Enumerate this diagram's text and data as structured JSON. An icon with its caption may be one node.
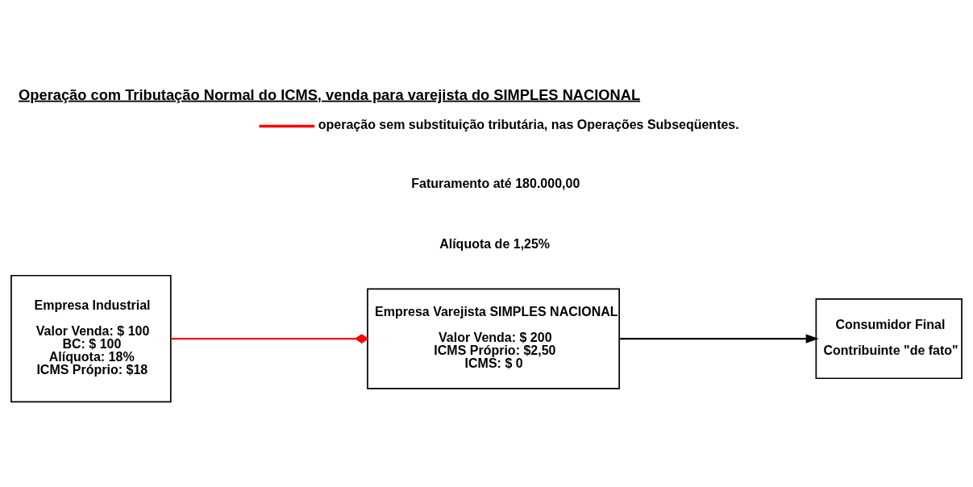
{
  "diagram": {
    "title": "Operação com Tributação Normal do ICMS, venda para varejista do SIMPLES NACIONAL",
    "nodes": [
      {
        "text": [
          "Empresa Industrial",
          "Valor Venda: $ 100",
          "BC: $ 100",
          "Alíquota: 18%",
          "ICMS Próprio: $18"
        ]
      },
      {
        "text": [
          "Empresa Varejista SIMPLES NACIONAL",
          "Valor Venda: $ 200",
          "ICMS Próprio: $2,50",
          "ICMS: $ 0"
        ]
      },
      {
        "text": [
          "Consumidor Final",
          "Contribuinte \"de fato\""
        ]
      }
    ],
    "edges": [
      {
        "from": 0,
        "to": 1,
        "arrow": "other",
        "color": "#ff0000"
      },
      {
        "from": 1,
        "to": 2,
        "arrow": "to",
        "color": "#000000"
      }
    ],
    "labels": [
      "Faturamento até 180.000,00",
      "Alíquota de 1,25%"
    ],
    "legend": [
      {
        "text": "operação sem substituição tributária, nas Operações Subseqüentes."
      }
    ]
  }
}
